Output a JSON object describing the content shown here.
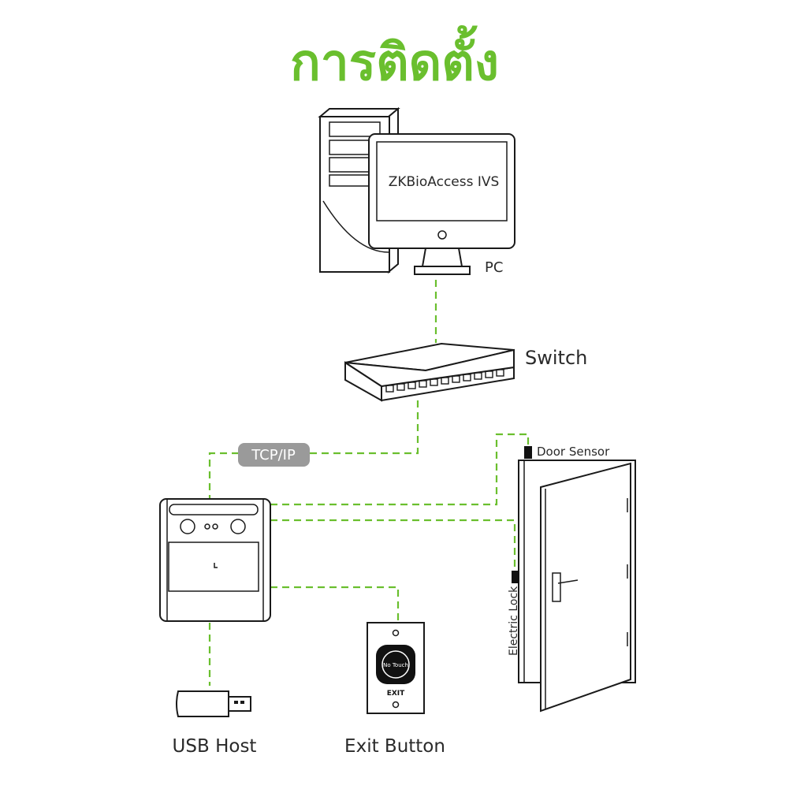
{
  "title": "การติดตั้ง",
  "labels": {
    "software": "ZKBioAccess IVS",
    "pc": "PC",
    "switch": "Switch",
    "tcpip": "TCP/IP",
    "door_sensor": "Door Sensor",
    "electric_lock": "Electric Lock",
    "usb_host": "USB Host",
    "exit_button": "Exit Button",
    "exit_text": "EXIT",
    "no_touch": "No Touch"
  },
  "colors": {
    "title": "#6abf2e",
    "connector": "#6abf2e",
    "tcp_badge": "#9a9a9a"
  }
}
